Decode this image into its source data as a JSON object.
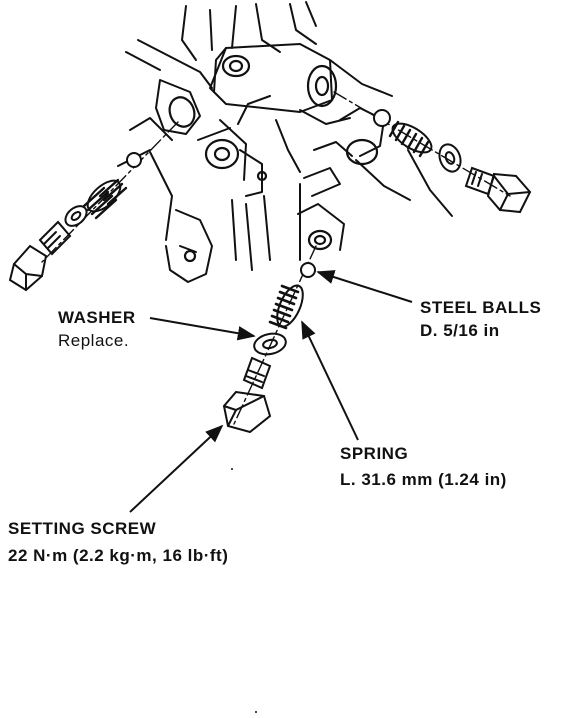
{
  "diagram": {
    "parts": [
      {
        "id": "steel-balls",
        "name": "STEEL BALLS",
        "spec": "D. 5/16 in"
      },
      {
        "id": "washer",
        "name": "WASHER",
        "spec": "Replace."
      },
      {
        "id": "spring",
        "name": "SPRING",
        "spec": "L. 31.6 mm (1.24 in)"
      },
      {
        "id": "setting-screw",
        "name": "SETTING SCREW",
        "spec": "22 N·m (2.2 kg·m, 16 lb·ft)"
      }
    ]
  },
  "colors": {
    "ink": "#111111",
    "background": "#ffffff"
  }
}
